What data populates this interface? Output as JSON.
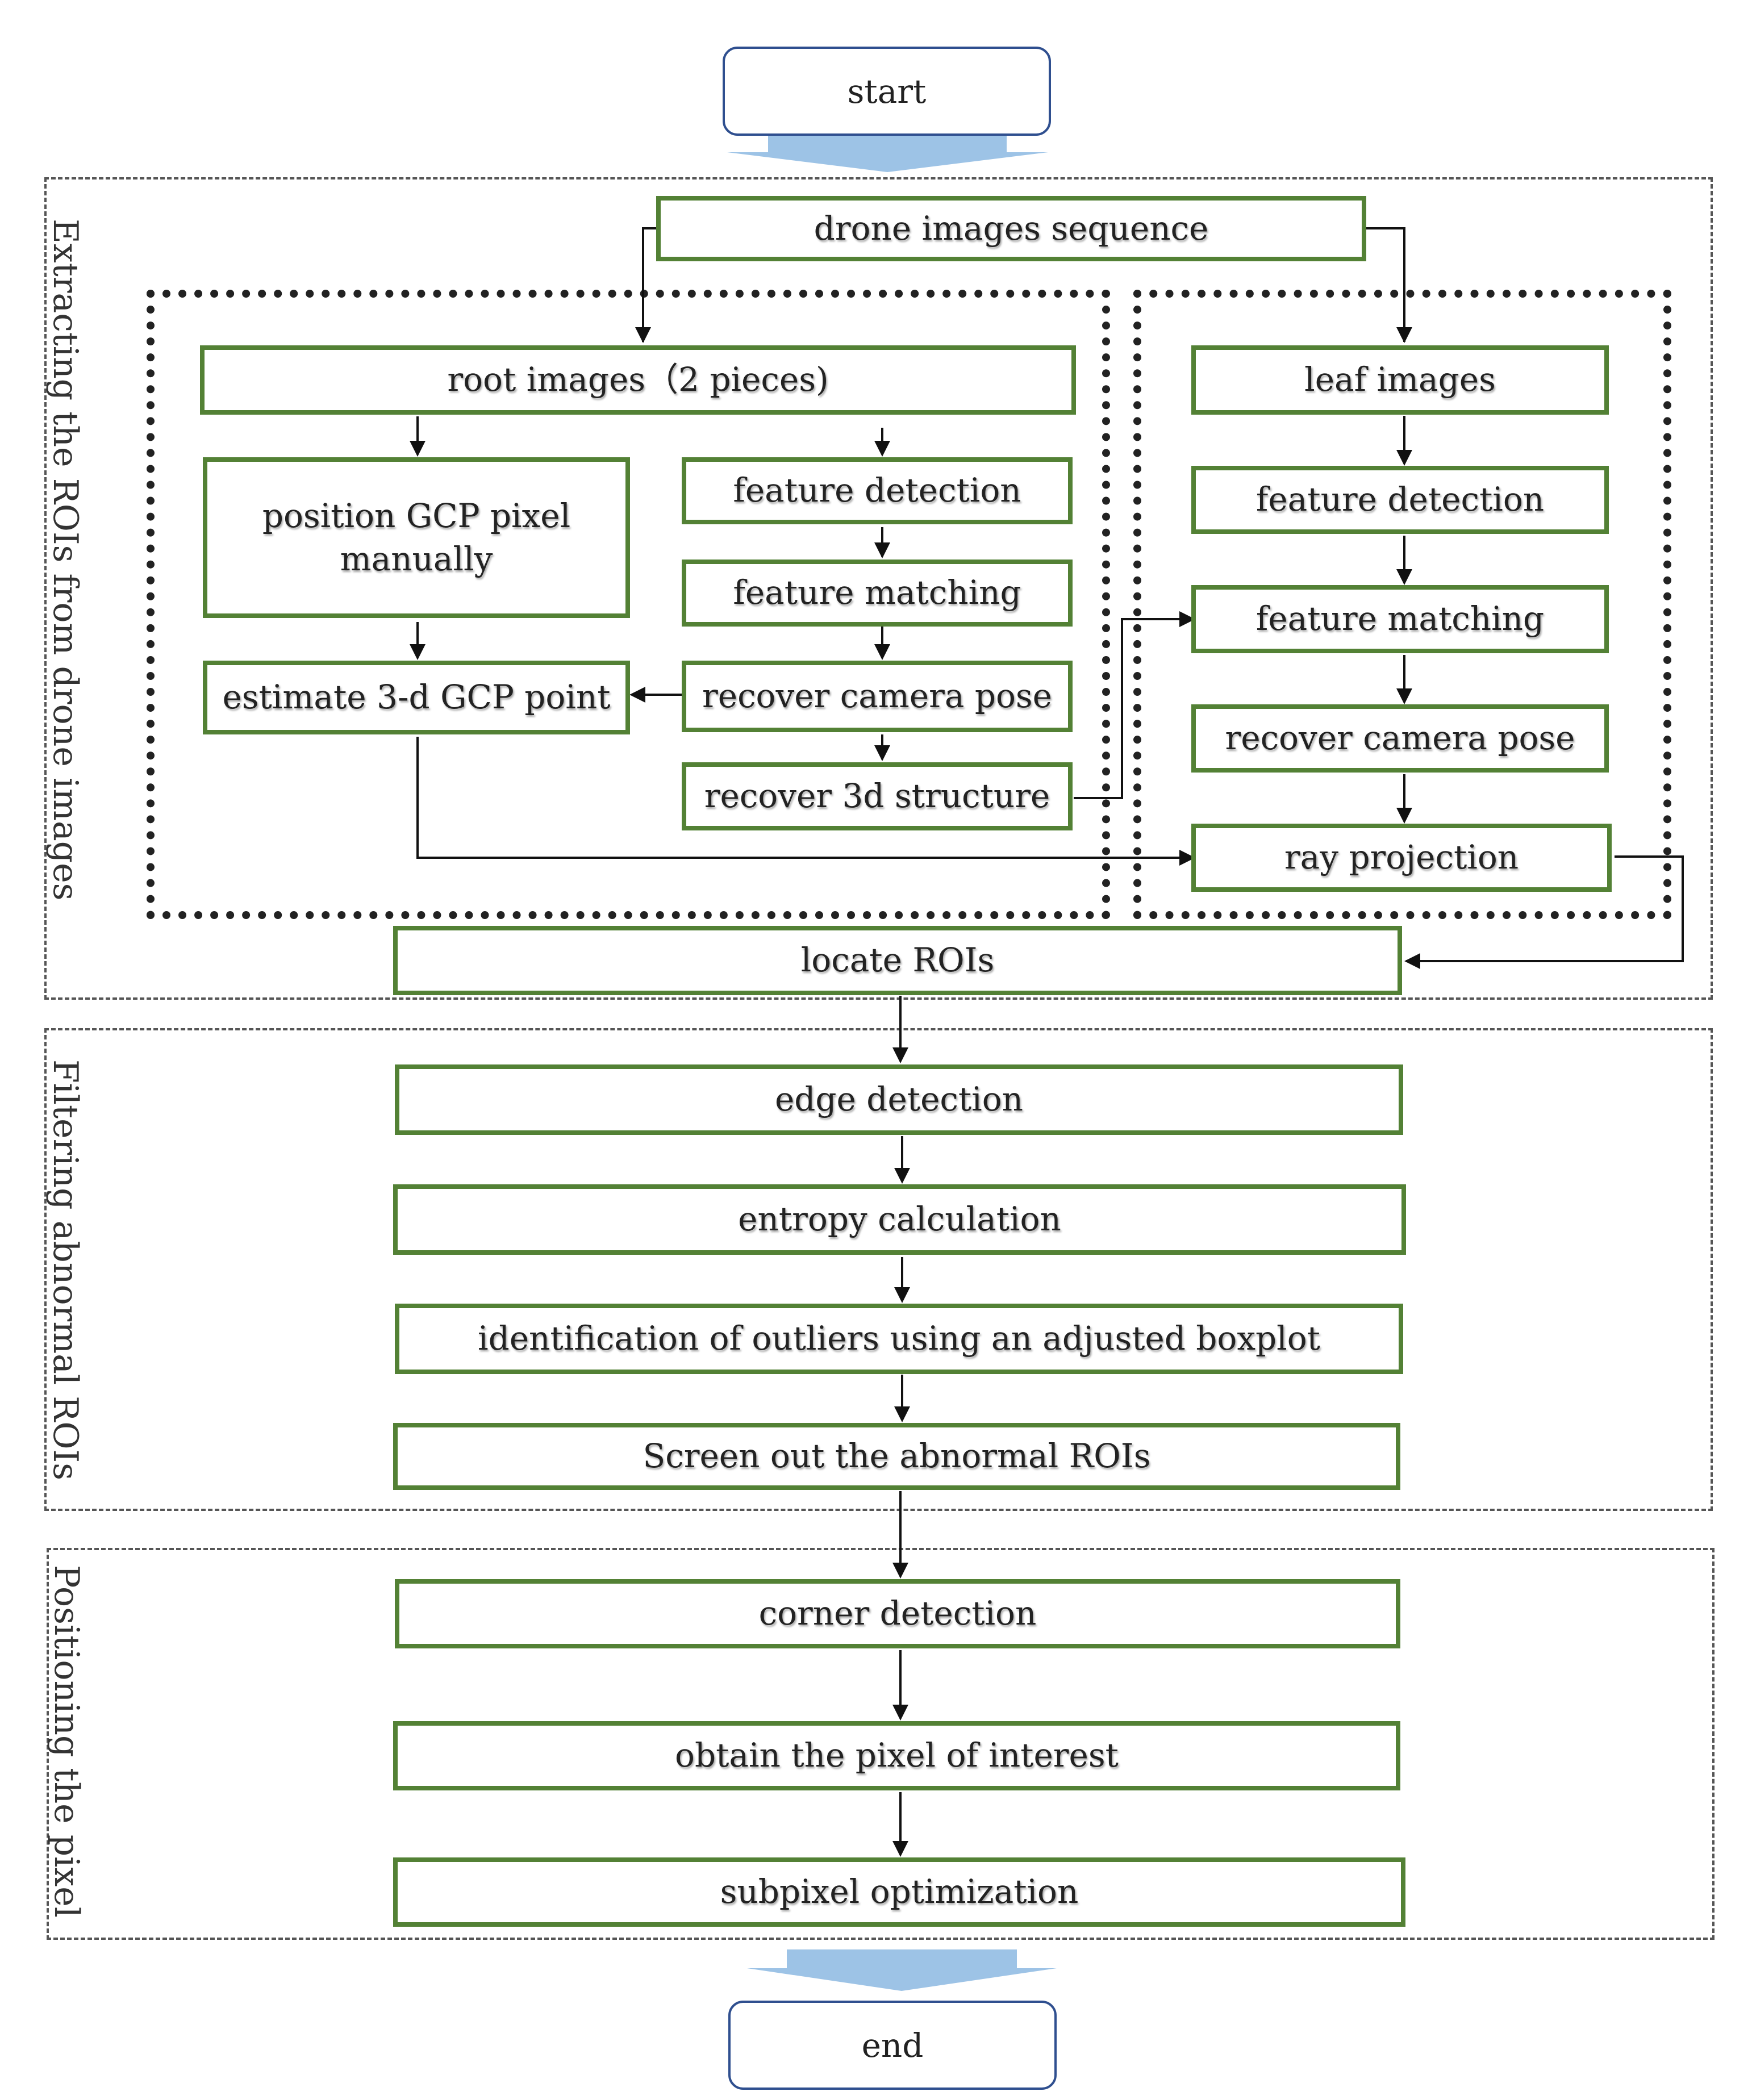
{
  "terminals": {
    "start": "start",
    "end": "end"
  },
  "sections": [
    "Extracting the ROIs from drone images",
    "Filtering abnormal ROIs",
    "Positioning the pixel"
  ],
  "extract": {
    "drone_images": "drone images sequence",
    "root": {
      "root_images": "root images（2 pieces)",
      "position_gcp": "position GCP pixel manually",
      "estimate_gcp": "estimate 3-d GCP point",
      "feature_detection": "feature detection",
      "feature_matching": "feature matching",
      "recover_pose": "recover camera pose",
      "recover_structure": "recover 3d  structure"
    },
    "leaf": {
      "leaf_images": "leaf images",
      "feature_detection": "feature detection",
      "feature_matching": "feature matching",
      "recover_pose": "recover camera pose",
      "ray_projection": "ray projection"
    },
    "locate": "locate ROIs"
  },
  "filter": {
    "edge": "edge detection",
    "entropy": "entropy calculation",
    "outliers": "identification of outliers using an adjusted boxplot",
    "screen": "Screen out the abnormal ROIs"
  },
  "position": {
    "corner": "corner detection",
    "obtain": "obtain the pixel of interest",
    "subpixel": "subpixel optimization"
  },
  "colors": {
    "box_border": "#538135",
    "terminal_border": "#2f4f8f",
    "flow_arrow": "#9dc3e6"
  }
}
